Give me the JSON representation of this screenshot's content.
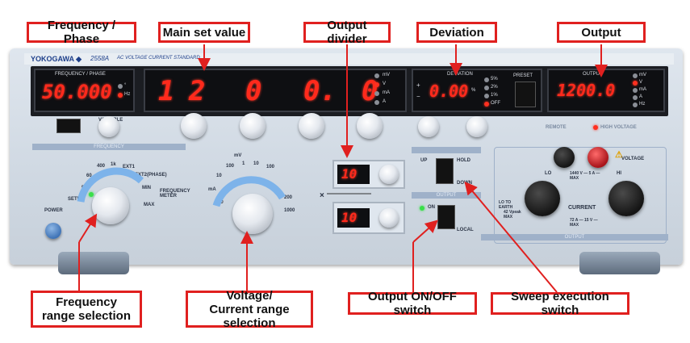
{
  "callouts": {
    "frequency_phase": "Frequency / Phase",
    "main_set_value": "Main set value",
    "output_divider": "Output divider",
    "deviation": "Deviation",
    "output": "Output",
    "frequency_range_line1": "Frequency",
    "frequency_range_line2": "range selection",
    "voltage_range_line1": "Voltage/",
    "voltage_range_line2": "Current range selection",
    "output_onoff": "Output ON/OFF switch",
    "sweep_switch": "Sweep execution switch"
  },
  "instrument": {
    "brand": "YOKOGAWA ◆",
    "model": "2558A",
    "subtitle": "AC VOLTAGE CURRENT STANDARD"
  },
  "displays": {
    "frequency_title": "FREQUENCY / PHASE",
    "frequency_value": "50.000",
    "frequency_units": [
      "°",
      "Hz"
    ],
    "main_digits": [
      "1",
      "2",
      "0",
      "0.",
      "0"
    ],
    "main_units": [
      "mV",
      "V",
      "mA",
      "A"
    ],
    "deviation_title": "DEVIATION",
    "deviation_value": "0.00",
    "deviation_pct": "%",
    "deviation_steps": [
      "5%",
      "2%",
      "1%",
      "OFF"
    ],
    "preset_label": "PRESET",
    "output_title": "OUTPUT",
    "output_value": "1200.0",
    "output_units": [
      "mV",
      "V",
      "mA",
      "A",
      "Hz"
    ],
    "divider_top": "10",
    "divider_bottom": "10"
  },
  "panel_labels": {
    "variable": "VARIABLE",
    "frequency_band": "FREQUENCY",
    "remote": "REMOTE",
    "high_voltage": "HIGH VOLTAGE",
    "power": "POWER",
    "setup": "SETUP",
    "frequency_meter": "FREQUENCY METER",
    "freq_ticks": [
      "400",
      "50",
      "60",
      "1k",
      "EXT1",
      "EXT2(PHASE)",
      "MIN",
      "MAX"
    ],
    "range_ticks": [
      "mA",
      "mV",
      "10",
      "100",
      "1",
      "10",
      "100",
      "1000",
      "200",
      "50"
    ],
    "sweep_up": "UP",
    "sweep_hold": "HOLD",
    "sweep_down": "DOWN",
    "output_band": "OUTPUT",
    "output_on": "ON",
    "output_local": "LOCAL",
    "lo": "LO",
    "hi": "HI",
    "voltage": "VOLTAGE",
    "current": "CURRENT",
    "rating_voltage": "1440 V — 5 A — MAX",
    "rating_current": "72 A — 15 V — MAX",
    "lo_to_earth": "LO TO EARTH",
    "vpeak": "42 Vpeak MAX",
    "output_footer": "OUTPUT",
    "times": "×"
  },
  "colors": {
    "callout_border": "#e0201f",
    "segment_red": "#ff2a1c",
    "panel_blue": "#cfd8e2"
  }
}
